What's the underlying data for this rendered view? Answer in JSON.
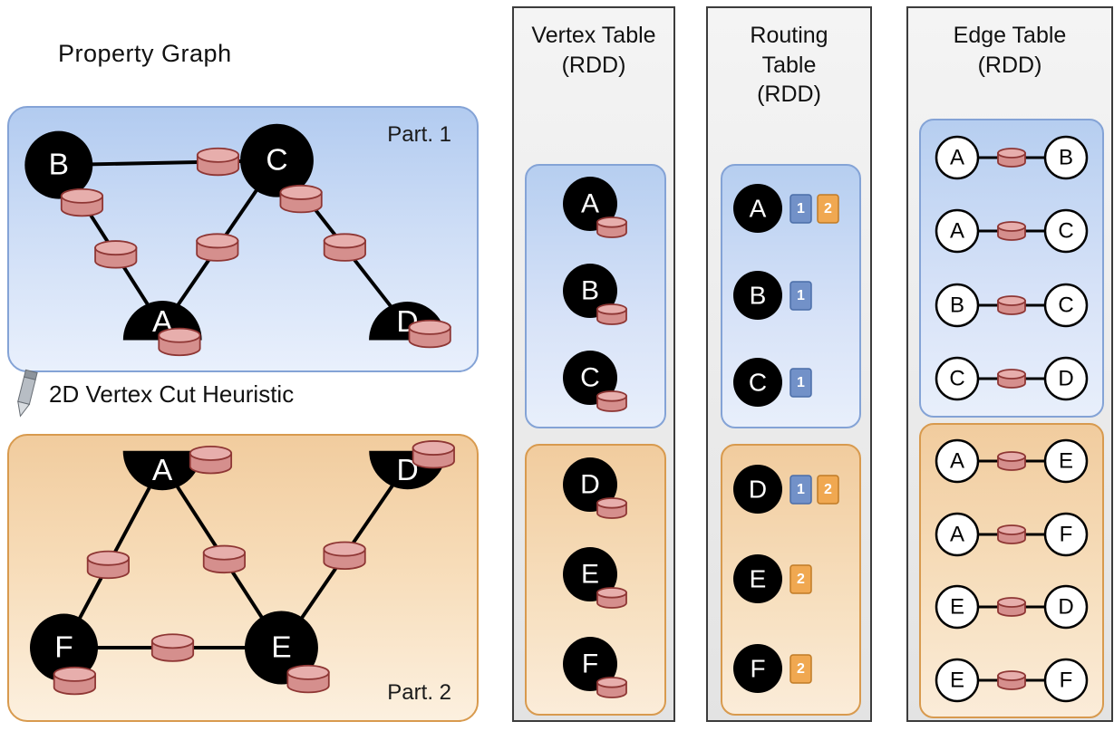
{
  "property_graph": {
    "title": "Property Graph",
    "heuristic_label": "2D Vertex Cut Heuristic",
    "partition1": {
      "label": "Part. 1",
      "vertices": [
        "B",
        "C",
        "A",
        "D"
      ],
      "edges": [
        [
          "B",
          "C"
        ],
        [
          "B",
          "A"
        ],
        [
          "C",
          "A"
        ],
        [
          "C",
          "D"
        ]
      ]
    },
    "partition2": {
      "label": "Part. 2",
      "vertices": [
        "A",
        "D",
        "F",
        "E"
      ],
      "edges": [
        [
          "A",
          "F"
        ],
        [
          "A",
          "E"
        ],
        [
          "F",
          "E"
        ],
        [
          "E",
          "D"
        ]
      ]
    }
  },
  "vertex_table": {
    "title": "Vertex Table\n(RDD)",
    "partition1": [
      "A",
      "B",
      "C"
    ],
    "partition2": [
      "D",
      "E",
      "F"
    ]
  },
  "routing_table": {
    "title": "Routing\nTable\n(RDD)",
    "partition1": [
      {
        "vertex": "A",
        "partitions": [
          "1",
          "2"
        ]
      },
      {
        "vertex": "B",
        "partitions": [
          "1"
        ]
      },
      {
        "vertex": "C",
        "partitions": [
          "1"
        ]
      }
    ],
    "partition2": [
      {
        "vertex": "D",
        "partitions": [
          "1",
          "2"
        ]
      },
      {
        "vertex": "E",
        "partitions": [
          "2"
        ]
      },
      {
        "vertex": "F",
        "partitions": [
          "2"
        ]
      }
    ]
  },
  "edge_table": {
    "title": "Edge Table\n(RDD)",
    "partition1": [
      [
        "A",
        "B"
      ],
      [
        "A",
        "C"
      ],
      [
        "B",
        "C"
      ],
      [
        "C",
        "D"
      ]
    ],
    "partition2": [
      [
        "A",
        "E"
      ],
      [
        "A",
        "F"
      ],
      [
        "E",
        "D"
      ],
      [
        "E",
        "F"
      ]
    ]
  },
  "colors": {
    "vertex_fill": "#000000",
    "vertex_letter": "#ffffff",
    "edge_line": "#000000",
    "cylinder_fill": "#d58f8d",
    "cylinder_top": "#e7aeac",
    "cylinder_border": "#8e3634",
    "partition1_border": "#84a3d6",
    "partition2_border": "#d89a4e",
    "badge_blue": "#7291c8",
    "badge_blue_border": "#4a6da8",
    "badge_orange": "#f0a851",
    "badge_orange_border": "#c07b26"
  }
}
